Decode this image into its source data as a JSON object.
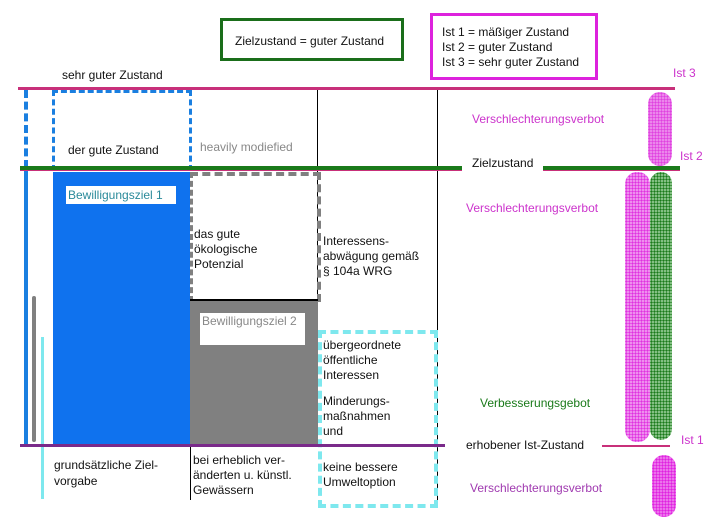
{
  "legend_target": {
    "text": "Zielzustand = guter Zustand"
  },
  "legend_ist": {
    "lines": [
      "Ist 1 = mäßiger Zustand",
      "Ist 2 = guter Zustand",
      "Ist 3 = sehr guter Zustand"
    ]
  },
  "levels": {
    "sehr_gut": "sehr guter Zustand",
    "ist3": "Ist  3",
    "ist2": "Ist 2",
    "ist1": "Ist 1",
    "zielzustand": "Zielzustand",
    "erhobener": "erhobener Ist-Zustand"
  },
  "columns": {
    "gute_zustand": "der gute Zustand",
    "heavily": "heavily modiefied",
    "bewilligungsziel1": "Bewilligungsziel 1",
    "potenzial": [
      "das gute",
      "ökologische",
      "Potenzial"
    ],
    "bewilligungsziel2": "Bewilligungsziel 2",
    "interessen": [
      "Interessens-",
      "abwägung gemäß",
      "§ 104a  WRG"
    ],
    "uebergeordnete": [
      "übergeordnete",
      "öffentliche",
      "Interessen"
    ],
    "minderung": [
      "Minderungs-",
      "maßnahmen",
      "und"
    ],
    "keine": [
      "keine bessere",
      "Umweltoption"
    ],
    "grundsaetzlich": [
      "grundsätzliche Ziel-",
      "vorgabe"
    ],
    "erheblich": [
      "bei erheblich ver-",
      "änderten u. künstl.",
      "Gewässern"
    ]
  },
  "rules": {
    "verschl1": "Verschlechterungsverbot",
    "verschl2": "Verschlechterungsverbot",
    "verbesserung": "Verbesserungsgebot",
    "verschl3": "Verschlechterungsverbot"
  },
  "colors": {
    "magenta": "#cc33cc",
    "green": "#1a7a1a",
    "blue": "#1177ee",
    "gray": "#808080",
    "cyan": "#7ee8ee"
  }
}
